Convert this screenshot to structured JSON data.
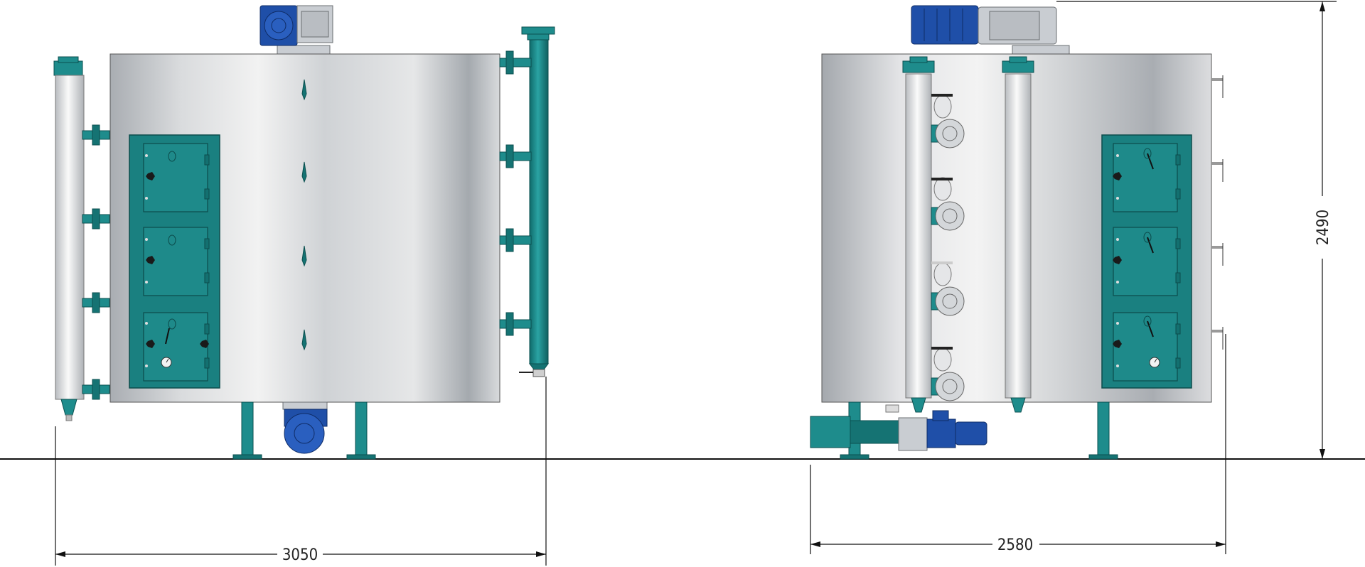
{
  "drawing": {
    "dimensions": {
      "left_width": "3050",
      "right_width": "2580",
      "height": "2490"
    },
    "colors": {
      "shell_light": "#ececec",
      "shell_dark": "#9da3a9",
      "teal": "#1e8c8c",
      "motor_blue": "#1f4fa8",
      "ground": "#111111"
    }
  }
}
